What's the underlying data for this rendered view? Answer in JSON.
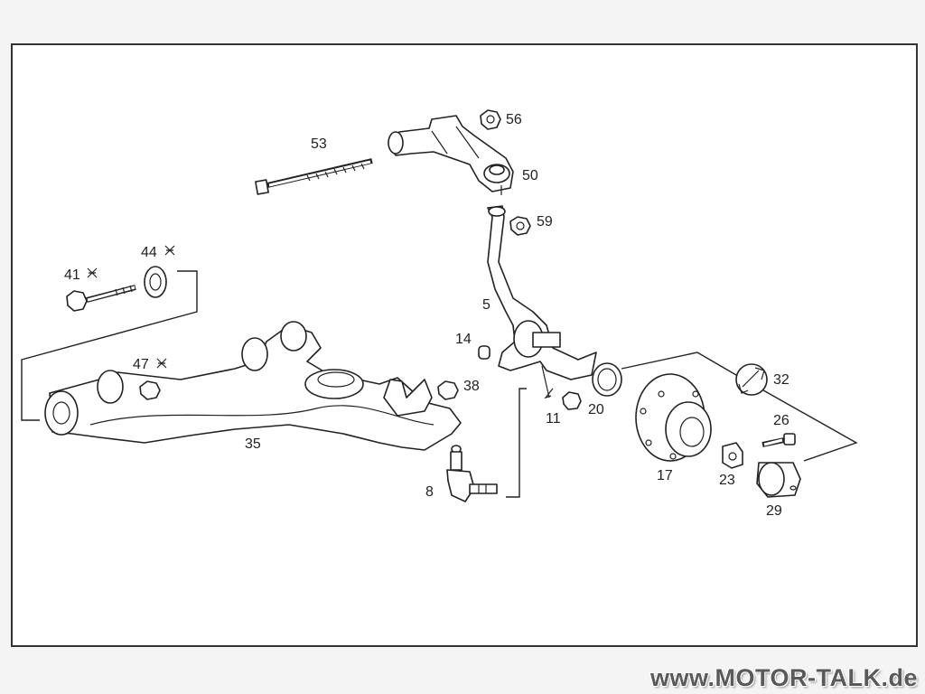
{
  "diagram": {
    "labels": {
      "p53": "53",
      "p56": "56",
      "p50": "50",
      "p59": "59",
      "p44": "44",
      "p41": "41",
      "p5": "5",
      "p14": "14",
      "p47": "47",
      "p38": "38",
      "p32": "32",
      "p11": "11",
      "p20": "20",
      "p26": "26",
      "p35": "35",
      "p17": "17",
      "p23": "23",
      "p8": "8",
      "p29": "29"
    }
  },
  "watermark": "www.MOTOR-TALK.de"
}
